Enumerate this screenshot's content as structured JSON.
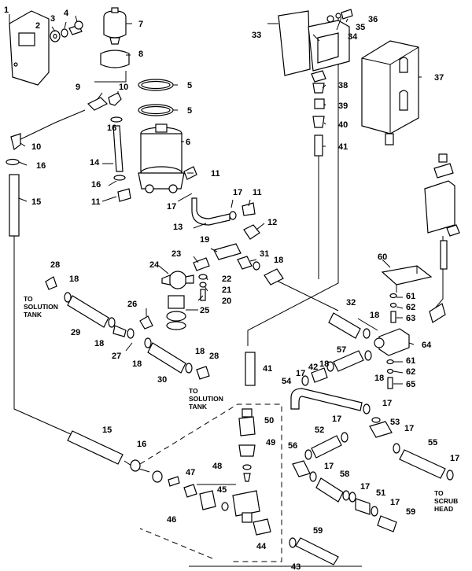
{
  "diagram": {
    "callouts": [
      "1",
      "2",
      "3",
      "4",
      "5",
      "5",
      "6",
      "7",
      "8",
      "9",
      "10",
      "10",
      "11",
      "11",
      "11",
      "12",
      "13",
      "14",
      "15",
      "15",
      "16",
      "16",
      "16",
      "16",
      "17",
      "17",
      "17",
      "17",
      "17",
      "17",
      "17",
      "17",
      "17",
      "17",
      "18",
      "18",
      "18",
      "18",
      "18",
      "18",
      "18",
      "18",
      "19",
      "20",
      "21",
      "22",
      "23",
      "24",
      "25",
      "26",
      "27",
      "28",
      "28",
      "29",
      "30",
      "31",
      "32",
      "33",
      "34",
      "35",
      "36",
      "37",
      "38",
      "39",
      "40",
      "41",
      "41",
      "42",
      "43",
      "44",
      "45",
      "46",
      "47",
      "48",
      "49",
      "50",
      "51",
      "52",
      "53",
      "54",
      "55",
      "56",
      "57",
      "58",
      "59",
      "59",
      "60",
      "61",
      "61",
      "62",
      "62",
      "63",
      "64",
      "65"
    ],
    "notes": {
      "solution_tank_left": [
        "TO",
        "SOLUTION",
        "TANK"
      ],
      "solution_tank_center": [
        "TO",
        "SOLUTION",
        "TANK"
      ],
      "scrub_head": [
        "TO",
        "SCRUB",
        "HEAD"
      ]
    }
  }
}
